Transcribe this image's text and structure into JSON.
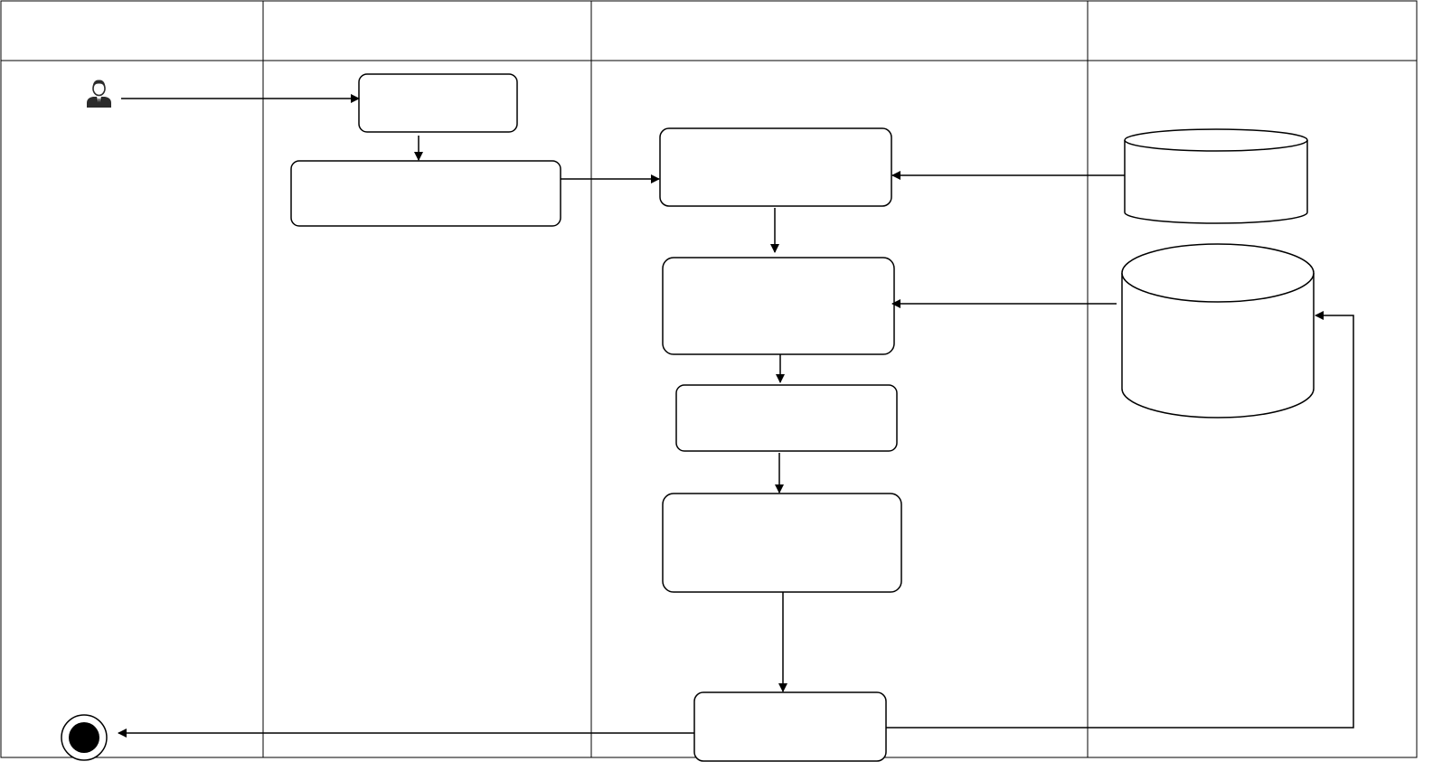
{
  "diagram": {
    "lanes": [
      {
        "id": "lane-1",
        "title": ""
      },
      {
        "id": "lane-2",
        "title": ""
      },
      {
        "id": "lane-3",
        "title": ""
      },
      {
        "id": "lane-4",
        "title": ""
      }
    ],
    "nodes": {
      "actor": {
        "label": "",
        "icon": "user-icon"
      },
      "start_box": {
        "label": ""
      },
      "lane2_box": {
        "label": ""
      },
      "process_1": {
        "label": ""
      },
      "process_2": {
        "label": ""
      },
      "process_3": {
        "label": ""
      },
      "process_4": {
        "label": ""
      },
      "process_5": {
        "label": ""
      },
      "db_top": {
        "label": ""
      },
      "db_bottom": {
        "label": ""
      },
      "end_node": {
        "label": "",
        "icon": "end-state-icon"
      }
    },
    "colors": {
      "stroke": "#000000",
      "fill": "#ffffff"
    }
  }
}
